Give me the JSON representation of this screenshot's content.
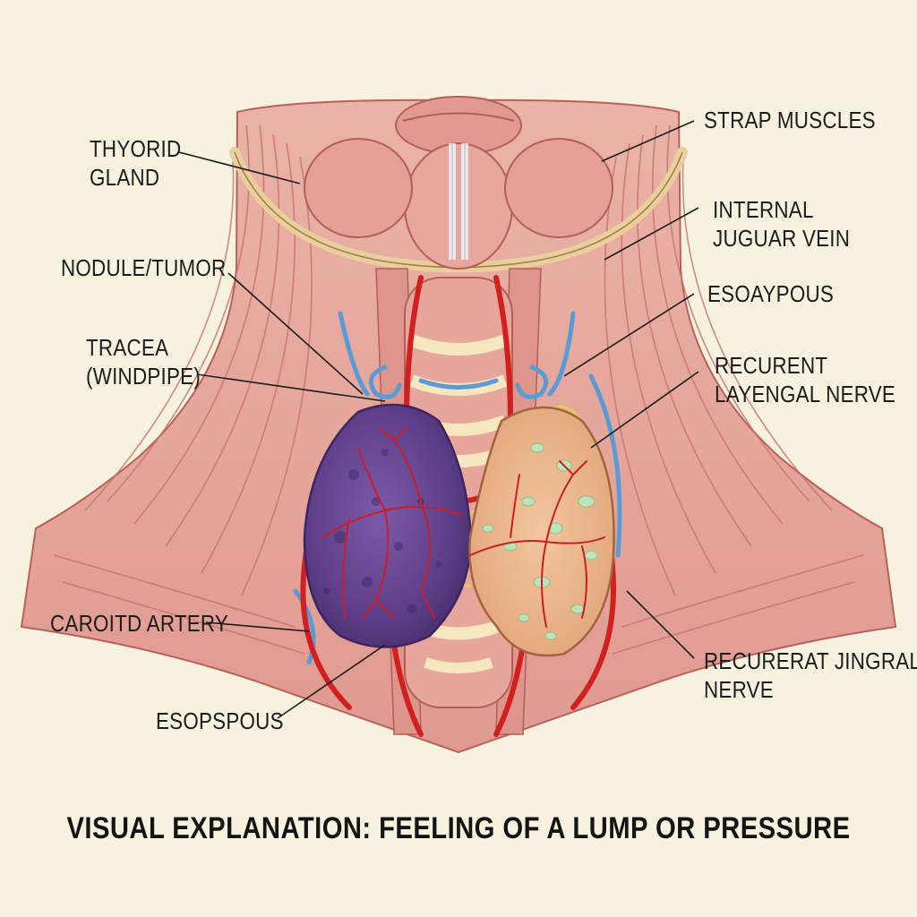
{
  "labels": {
    "thyroid_gland": [
      "THYORID",
      "GLAND"
    ],
    "nodule_tumor": [
      "NODULE/TUMOR"
    ],
    "trachea": [
      "TRACEA",
      "(WINDPIPE)"
    ],
    "carotid_artery": [
      "CAROITD ARTERY"
    ],
    "esophagus_left": [
      "ESOPSPOUS"
    ],
    "strap_muscles": [
      "STRAP MUSCLES"
    ],
    "internal_jugular_vein": [
      "INTERNAL",
      "JUGUAR VEIN"
    ],
    "esophagus_right": [
      "ESOAYPOUS"
    ],
    "recurrent_laryngeal_nerve_upper": [
      "RECURENT",
      "LAYENGAL NERVE"
    ],
    "recurrent_laryngeal_nerve_lower": [
      "RECURERAT JINGRAL",
      "NERVE"
    ]
  },
  "caption": "VISUAL EXPLANATION: FEELING OF A LUMP OR PRESSURE",
  "colors": {
    "background": "#f7f1df",
    "muscle": "#e6a39b",
    "muscle_fiber": "#c96a66",
    "artery": "#d21f1f",
    "vein": "#5a9bd6",
    "nerve": "#e9d86a",
    "tumor": "#6b4a95",
    "thyroid_lobe": "#edb98e",
    "follicle": "#bfe3b8",
    "cartilage": "#f6e7bf"
  }
}
